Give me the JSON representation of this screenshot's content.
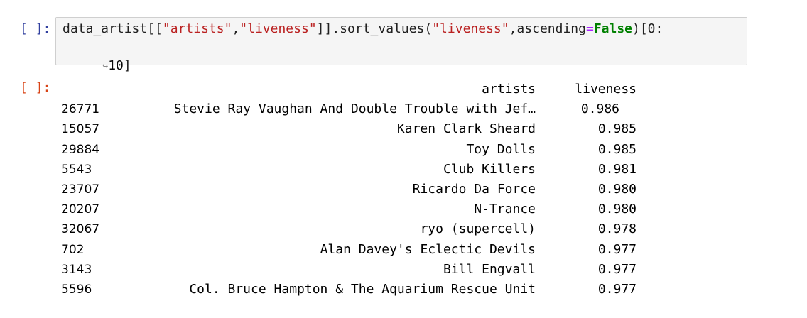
{
  "input_cell": {
    "prompt": "[ ]:",
    "code_tokens": [
      {
        "t": "data_artist[[",
        "c": "punc"
      },
      {
        "t": "\"artists\"",
        "c": "str"
      },
      {
        "t": ",",
        "c": "punc"
      },
      {
        "t": "\"liveness\"",
        "c": "str"
      },
      {
        "t": "]].sort_values(",
        "c": "punc"
      },
      {
        "t": "\"liveness\"",
        "c": "str"
      },
      {
        "t": ",ascending",
        "c": "punc"
      },
      {
        "t": "=",
        "c": "op"
      },
      {
        "t": "False",
        "c": "kw"
      },
      {
        "t": ")[0:",
        "c": "punc"
      }
    ],
    "wrap_symbol": "↪",
    "continuation_number": "10",
    "continuation_tail": "]"
  },
  "output_cell": {
    "prompt": "[ ]:",
    "headers": {
      "index": "",
      "artists": "artists",
      "liveness": "liveness"
    },
    "rows": [
      {
        "index": "26771",
        "artists": "Stevie Ray Vaughan And Double Trouble with Jef…",
        "liveness": "0.986"
      },
      {
        "index": "15057",
        "artists": "Karen Clark Sheard",
        "liveness": "0.985"
      },
      {
        "index": "29884",
        "artists": "Toy Dolls",
        "liveness": "0.985"
      },
      {
        "index": "5543",
        "artists": "Club Killers",
        "liveness": "0.981"
      },
      {
        "index": "23707",
        "artists": "Ricardo Da Force",
        "liveness": "0.980"
      },
      {
        "index": "20207",
        "artists": "N-Trance",
        "liveness": "0.980"
      },
      {
        "index": "32067",
        "artists": "ryo (supercell)",
        "liveness": "0.978"
      },
      {
        "index": "702",
        "artists": "Alan Davey's Eclectic Devils",
        "liveness": "0.977"
      },
      {
        "index": "3143",
        "artists": "Bill Engvall",
        "liveness": "0.977"
      },
      {
        "index": "5596",
        "artists": "Col. Bruce Hampton & The Aquarium Rescue Unit",
        "liveness": "0.977"
      }
    ]
  }
}
